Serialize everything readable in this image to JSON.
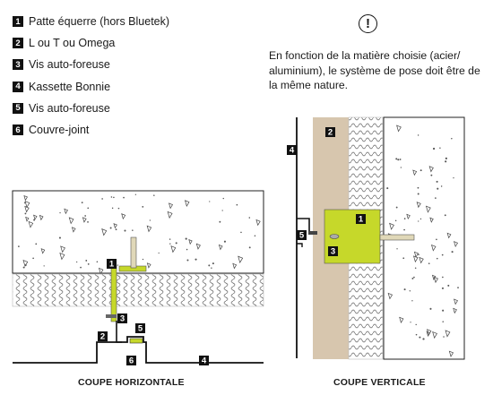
{
  "legend": [
    {
      "num": "1",
      "label": "Patte équerre (hors Bluetek)"
    },
    {
      "num": "2",
      "label": "L ou T ou Omega"
    },
    {
      "num": "3",
      "label": "Vis auto-foreuse"
    },
    {
      "num": "4",
      "label": "Kassette Bonnie"
    },
    {
      "num": "5",
      "label": "Vis auto-foreuse"
    },
    {
      "num": "6",
      "label": "Couvre-joint"
    }
  ],
  "note": {
    "icon": "exclamation-icon",
    "symbol": "!",
    "text": "En fonction de la matière choisie (acier/ aluminium), le système de pose doit être de la même nature."
  },
  "captions": {
    "horizontal": "COUPE HORIZONTALE",
    "vertical": "COUPE VERTICALE"
  },
  "colors": {
    "bracket": "#c6d82a",
    "insulation_fill": "#ffffff",
    "wood": "#d7c6ae",
    "ink": "#111111"
  }
}
